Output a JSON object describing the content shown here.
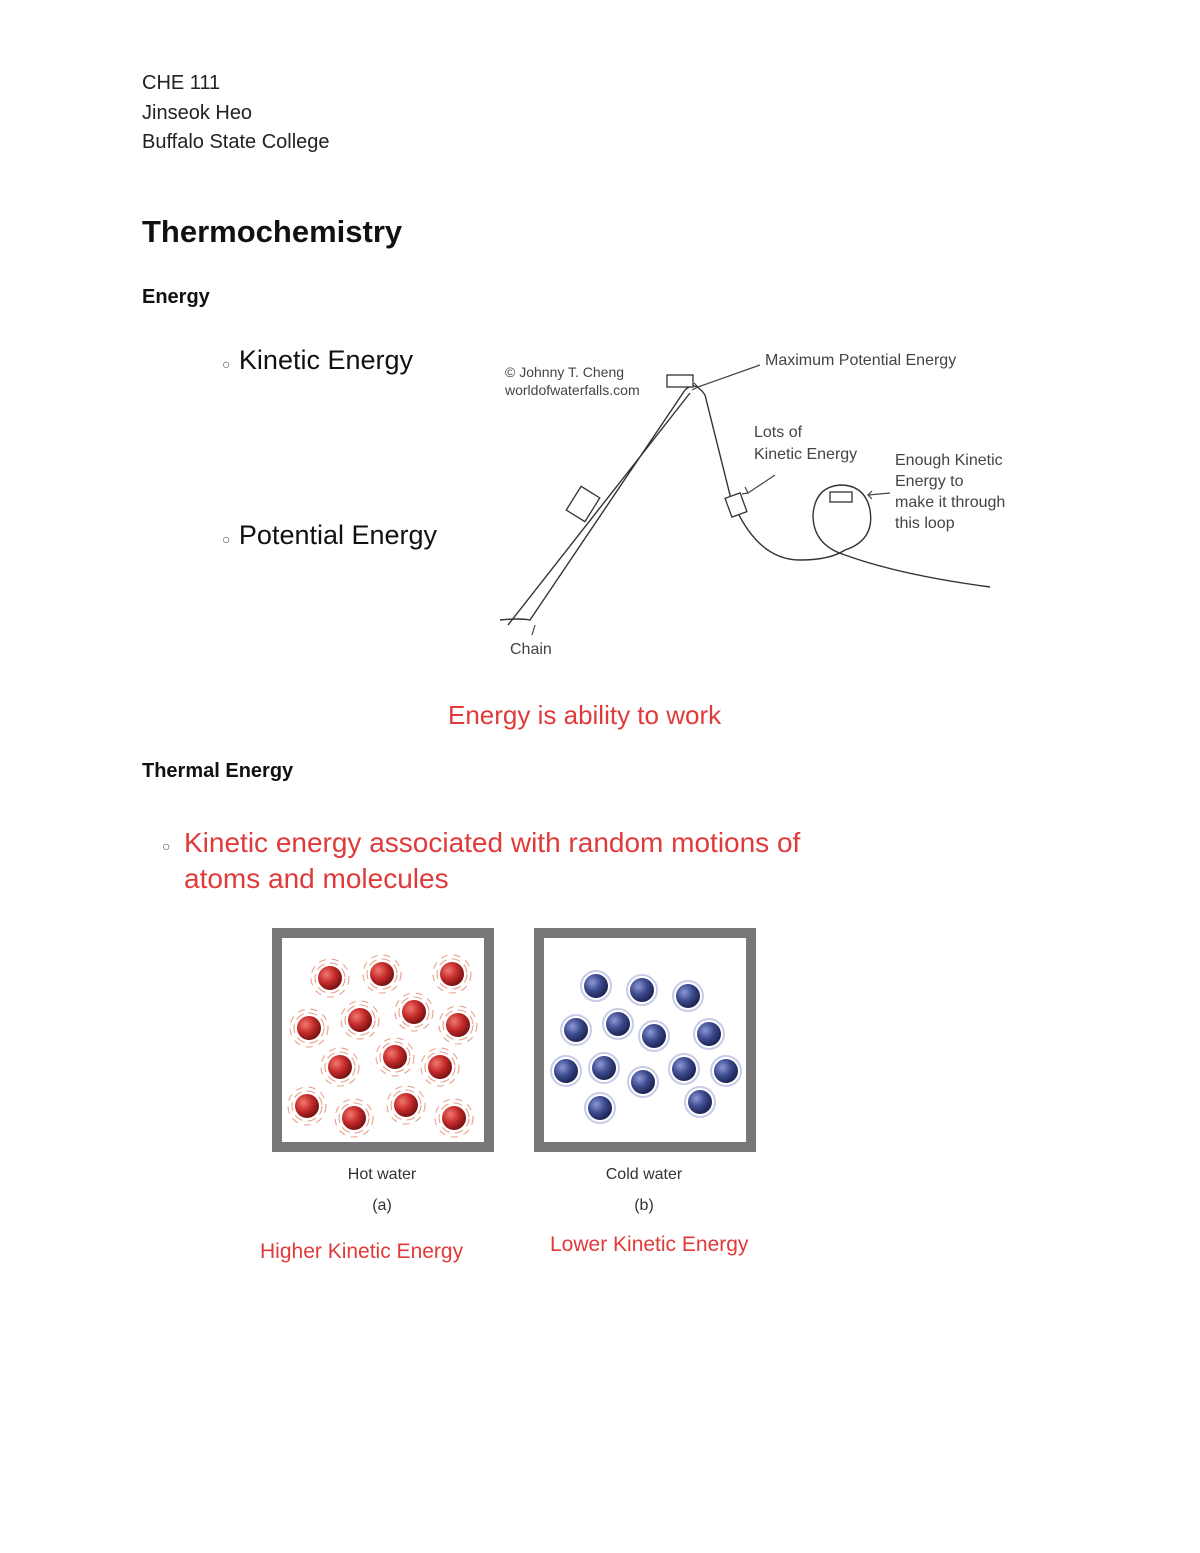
{
  "header": {
    "course": "CHE 111",
    "author": "Jinseok Heo",
    "institution": "Buffalo State College"
  },
  "title": "Thermochemistry",
  "energy_section": {
    "heading": "Energy",
    "bullets": [
      "Kinetic Energy",
      "Potential Energy"
    ],
    "diagram": {
      "credit_line1": "© Johnny T. Cheng",
      "credit_line2": "worldofwaterfalls.com",
      "label_max_pe": "Maximum Potential Energy",
      "label_lots_ke_1": "Lots of",
      "label_lots_ke_2": "Kinetic Energy",
      "label_enough_1": "Enough Kinetic",
      "label_enough_2": "Energy to",
      "label_enough_3": "make it through",
      "label_enough_4": "this loop",
      "label_chain": "Chain"
    },
    "statement": "Energy is ability to work"
  },
  "thermal_section": {
    "heading": "Thermal Energy",
    "bullet": "Kinetic energy associated with random motions of atoms and molecules",
    "panels": [
      {
        "caption": "Hot water",
        "sub": "(a)",
        "note": "Higher Kinetic Energy",
        "color": "#c62b2b"
      },
      {
        "caption": "Cold water",
        "sub": "(b)",
        "note": "Lower Kinetic Energy",
        "color": "#3c4a8e"
      }
    ]
  }
}
